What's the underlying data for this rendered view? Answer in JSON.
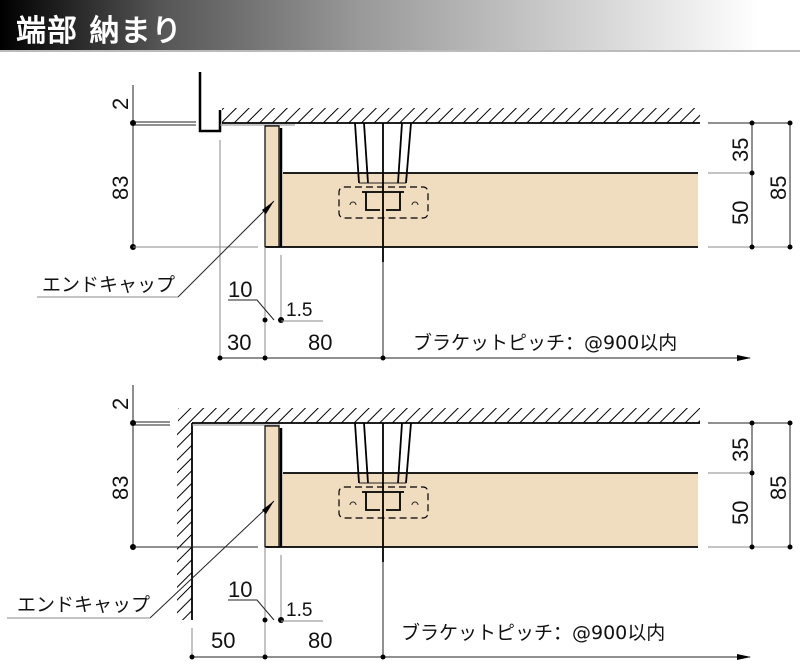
{
  "header": {
    "title": "端部 納まり"
  },
  "colors": {
    "wood": "#f0dcbf",
    "line": "#000000"
  },
  "detail_top": {
    "dim_gap": "2",
    "dim_height": "83",
    "dim_bracket": "35",
    "dim_rail": "50",
    "dim_total": "85",
    "dim_cap": "10",
    "dim_gap_cap": "1.5",
    "dim_clearance": "30",
    "dim_center": "80",
    "end_cap_label": "エンドキャップ",
    "pitch_label": "ブラケットピッチ：@900以内"
  },
  "detail_bottom": {
    "dim_gap": "2",
    "dim_height": "83",
    "dim_bracket": "35",
    "dim_rail": "50",
    "dim_total": "85",
    "dim_cap": "10",
    "dim_gap_cap": "1.5",
    "dim_clearance": "50",
    "dim_center": "80",
    "end_cap_label": "エンドキャップ",
    "pitch_label": "ブラケットピッチ：@900以内"
  }
}
